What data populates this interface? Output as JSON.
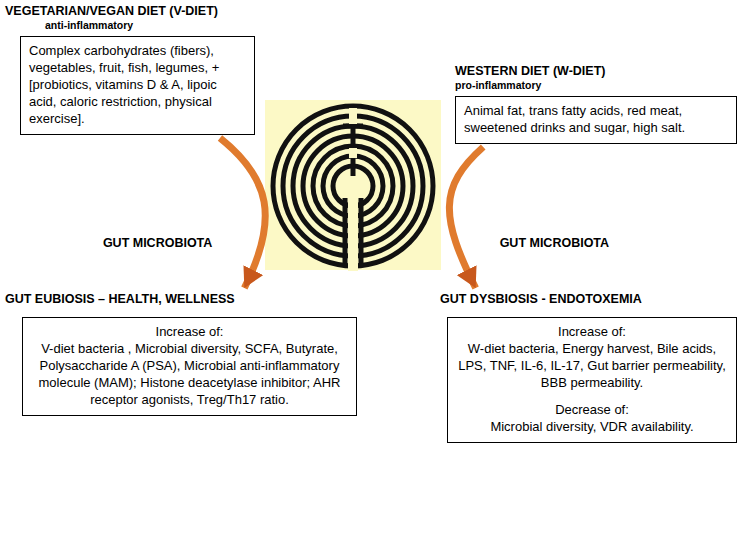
{
  "diagram": {
    "nodes": [
      {
        "text": [
          "VEGETARIAN/VEGAN DIET (V-DIET)",
          "anti-inflammatory",
          "Complex carbohydrates (fibers), vegetables, fruit, fish, legumes, + [probiotics, vitamins D & A, lipoic acid, caloric restriction, physical exercise]."
        ]
      },
      {
        "text": [
          "WESTERN DIET (W-DIET)",
          "pro-inflammatory",
          "Animal fat, trans fatty acids, red meat, sweetened drinks and sugar, high salt."
        ]
      },
      {
        "text": [
          "GUT EUBIOSIS – HEALTH, WELLNESS",
          "Increase of:",
          "V-diet bacteria , Microbial diversity, SCFA, Butyrate, Polysaccharide A (PSA), Microbial anti-inflammatory molecule (MAM); Histone deacetylase inhibitor; AHR receptor agonists, Treg/Th17 ratio."
        ]
      },
      {
        "text": [
          "GUT DYSBIOSIS - ENDOTOXEMIA",
          "Increase of:",
          "W-diet bacteria, Energy harvest, Bile acids, LPS, TNF, IL-6, IL-17, Gut barrier permeability, BBB permeability.",
          "Decrease of:",
          "Microbial diversity, VDR availability."
        ]
      }
    ],
    "edges": [
      {
        "from": 0,
        "to": 2,
        "label": "GUT MICROBIOTA",
        "arrow": "to"
      },
      {
        "from": 1,
        "to": 3,
        "label": "GUT MICROBIOTA",
        "arrow": "to"
      }
    ]
  }
}
